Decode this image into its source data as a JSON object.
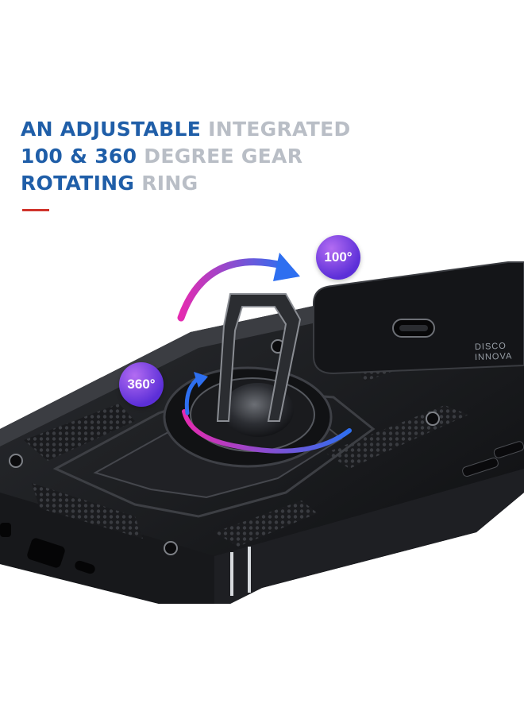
{
  "headline": {
    "line1_highlight": "AN ADJUSTABLE",
    "line1_rest": " INTEGRATED",
    "line2_highlight": "100 & 360",
    "line2_rest": " DEGREE GEAR",
    "line3_highlight": "ROTATING",
    "line3_rest": " RING"
  },
  "badges": {
    "angle_100": "100°",
    "angle_360": "360°"
  },
  "camera_slider_text": {
    "line1": "DISCO",
    "line2": "INNOVA"
  },
  "colors": {
    "headline_blue": "#1f5ea8",
    "headline_grey": "#b9bec6",
    "accent_red": "#d0342c",
    "badge_purple": "#6a35e0",
    "case_black": "#141517"
  },
  "product": {
    "item": "phone-case-icon",
    "features": [
      "kickstand-ring-icon",
      "camera-slide-cover-icon",
      "rotation-arrow-icon"
    ]
  }
}
